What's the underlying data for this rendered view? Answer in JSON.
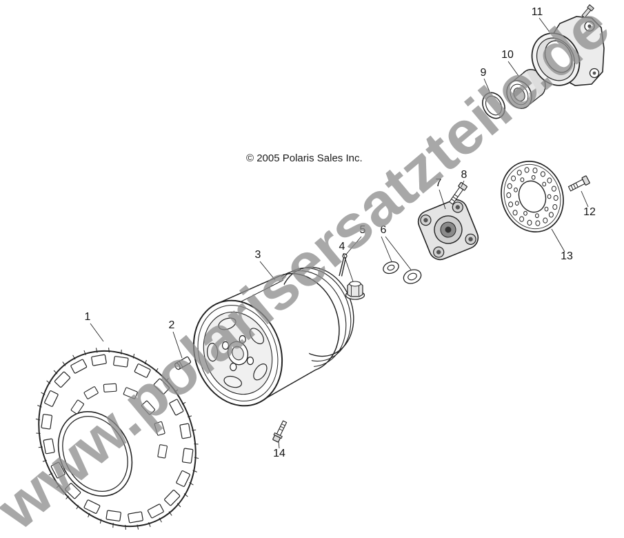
{
  "copyright": "© 2005 Polaris Sales Inc.",
  "watermark": "www.polarisersatzteile.de",
  "colors": {
    "line": "#222222",
    "watermark": "#8c8c8c",
    "background": "#ffffff"
  },
  "callouts": {
    "tire": "1",
    "valve_stem": "2",
    "rim": "3",
    "castle_nut": "4",
    "cotter_pin": "5",
    "washers": "6",
    "hub": "7",
    "hub_bolt": "8",
    "seal": "9",
    "bearing": "10",
    "knuckle": "11",
    "disc_bolt": "12",
    "brake_disc": "13",
    "rim_screw": "14"
  }
}
